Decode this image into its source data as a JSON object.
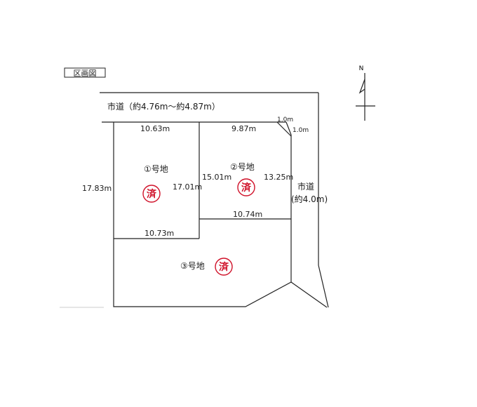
{
  "title": "区画図",
  "north_label": "N",
  "road_top": "市道（約4.76m～約4.87m）",
  "road_right_line1": "市道",
  "road_right_line2": "(約4.0m)",
  "lot1": {
    "label": "①号地",
    "stamp": "済",
    "top": "10.63m",
    "left": "17.83m",
    "right": "17.01m",
    "bottom": "10.73m"
  },
  "lot2": {
    "label": "②号地",
    "stamp": "済",
    "top": "9.87m",
    "left": "15.01m",
    "right": "13.25m",
    "bottom": "10.74m",
    "corner_a": "1.0m",
    "corner_b": "1.0m"
  },
  "lot3": {
    "label": "③号地",
    "stamp": "済"
  },
  "colors": {
    "stamp": "#d0122a",
    "line": "#222222"
  }
}
